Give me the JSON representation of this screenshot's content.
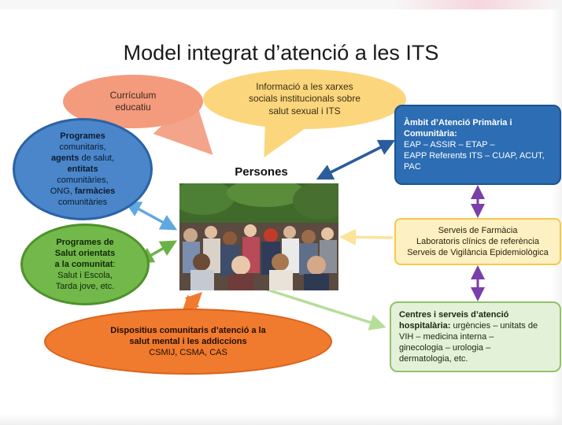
{
  "title": "Model integrat d’atenció a les ITS",
  "center": {
    "label": "Persones",
    "photo": "crowd of people outdoors"
  },
  "nodes": {
    "curriculum": {
      "lines": [
        "Currículum",
        "educatiu"
      ]
    },
    "informacio": {
      "lines": [
        "Informació a les xarxes",
        "socials institucionals sobre",
        "salut sexual i ITS"
      ]
    },
    "programes": {
      "l1": "Programes",
      "l2": "comunitaris,",
      "l3a": "agents",
      "l3b": " de salut,",
      "l4": "entitats",
      "l5": "comunitàries,",
      "l6a": "ONG, ",
      "l6b": "farmàcies",
      "l7": "comunitàries"
    },
    "salut": {
      "l1": "Programes de",
      "l2": "Salut orientats",
      "l3": "a la comunitat",
      "l3b": ":",
      "l4": "Salut i Escola,",
      "l5": "Tarda jove, etc."
    },
    "dispositius": {
      "l1": "Dispositius comunitaris d’atenció a la",
      "l2": "salut mental i les addiccions",
      "l3": "CSMIJ, CSMA, CAS"
    },
    "ambit": {
      "l1": "Àmbit d’Atenció Primària i",
      "l2": "Comunitària:",
      "l3": "EAP – ASSIR – ETAP –",
      "l4": "EAPP  Referents ITS – CUAP, ACUT,",
      "l5": "PAC"
    },
    "farmacia": {
      "lines": [
        "Serveis de Farmàcia",
        "Laboratoris clínics de referència",
        "Serveis de Vigilància Epidemiològica"
      ]
    },
    "centres": {
      "l1": "Centres i serveis d’atenció",
      "l2a": "hospitalària:",
      "l2b": " urgències – unitats de",
      "l3": "VIH – medicina interna –",
      "l4": "ginecologia – urologia –",
      "l5": "dermatologia, etc."
    }
  },
  "colors": {
    "salmon": "#f49a7d",
    "yellow": "#fbd67d",
    "blue": "#4a86c9",
    "green": "#72b84a",
    "orange": "#f07a2e",
    "navy": "#2c6db3",
    "purple": "#7a3fa8",
    "light_blue": "#5fa8e0",
    "light_green": "#b7dd9a",
    "light_yellow": "#fbe39a"
  }
}
